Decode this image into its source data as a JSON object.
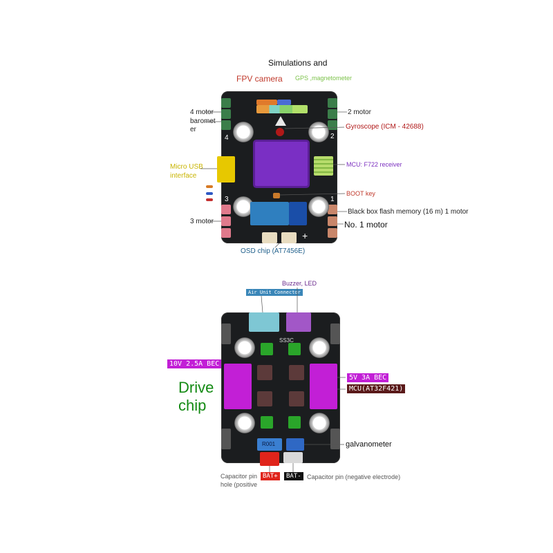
{
  "top_board": {
    "labels": {
      "simulations": "Simulations and",
      "fpv_camera": "FPV camera",
      "gps": "GPS ,magnetometer",
      "motor4": "4 motor",
      "barometer_line1": "baromet",
      "barometer_line2": "er",
      "motor2": "2 motor",
      "gyroscope": "Gyroscope (ICM - 42688)",
      "micro_usb_line1": "Micro USB",
      "micro_usb_line2": "interface",
      "mcu": "MCU: F722 receiver",
      "boot_key": "BOOT key",
      "blackbox": "Black box flash memory (16 m) 1 motor",
      "motor3": "3 motor",
      "no1_motor": "No. 1 motor",
      "osd_chip": "OSD chip (AT7456E)"
    },
    "silkscreen": {
      "n4": "4",
      "n2": "2",
      "n3": "3",
      "n1": "1",
      "plus": "+"
    },
    "colors": {
      "fpv": "#c0392b",
      "gps": "#7cc24a",
      "usb": "#c8b400",
      "mcu": "#7b2fbf",
      "gyro": "#b01818",
      "boot": "#c0392b",
      "osd": "#1f5f8b",
      "chip": "#7a2fc4"
    }
  },
  "bottom_board": {
    "labels": {
      "buzzer_led": "Buzzer, LED",
      "air_unit": "Air Unit Connector",
      "bec_10v": "10V 2.5A BEC",
      "bec_5v": "5V 3A BEC",
      "mcu": "MCU(AT32F421)",
      "drive_line1": "Drive",
      "drive_line2": "chip",
      "galvanometer": "galvanometer",
      "cap_pos_line1": "Capacitor pin",
      "cap_pos_line2": "hole (positive",
      "bat_plus": "BAT+",
      "bat_minus": "BAT-",
      "cap_neg": "Capacitor pin (negative electrode)",
      "resistor": "R001",
      "silk_code": "SS3C"
    },
    "colors": {
      "magenta": "#c21fd6",
      "air_unit": "#3a86b8",
      "buzzer": "#6a2a8c",
      "drive": "#138a13",
      "mcu_bg": "#5a1a1a",
      "bat_plus": "#e0241b"
    }
  }
}
